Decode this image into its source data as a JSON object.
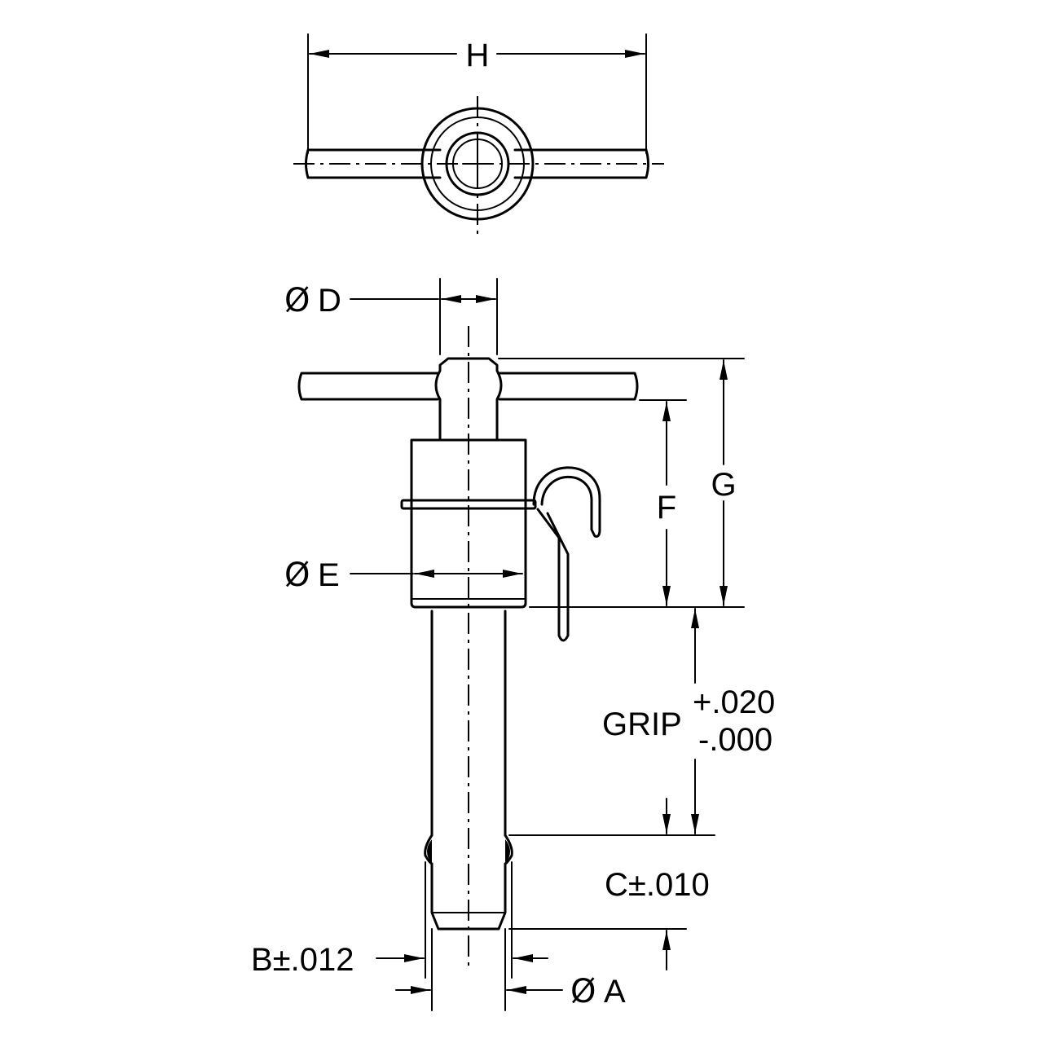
{
  "labels": {
    "h": "H",
    "d_symbol": "Ø",
    "d": "D",
    "e_symbol": "Ø",
    "e": "E",
    "f": "F",
    "g": "G",
    "grip": "GRIP",
    "grip_plus": "+.020",
    "grip_minus": "-.000",
    "c": "C±.010",
    "b": "B±.012",
    "a_symbol": "Ø",
    "a": "A"
  }
}
